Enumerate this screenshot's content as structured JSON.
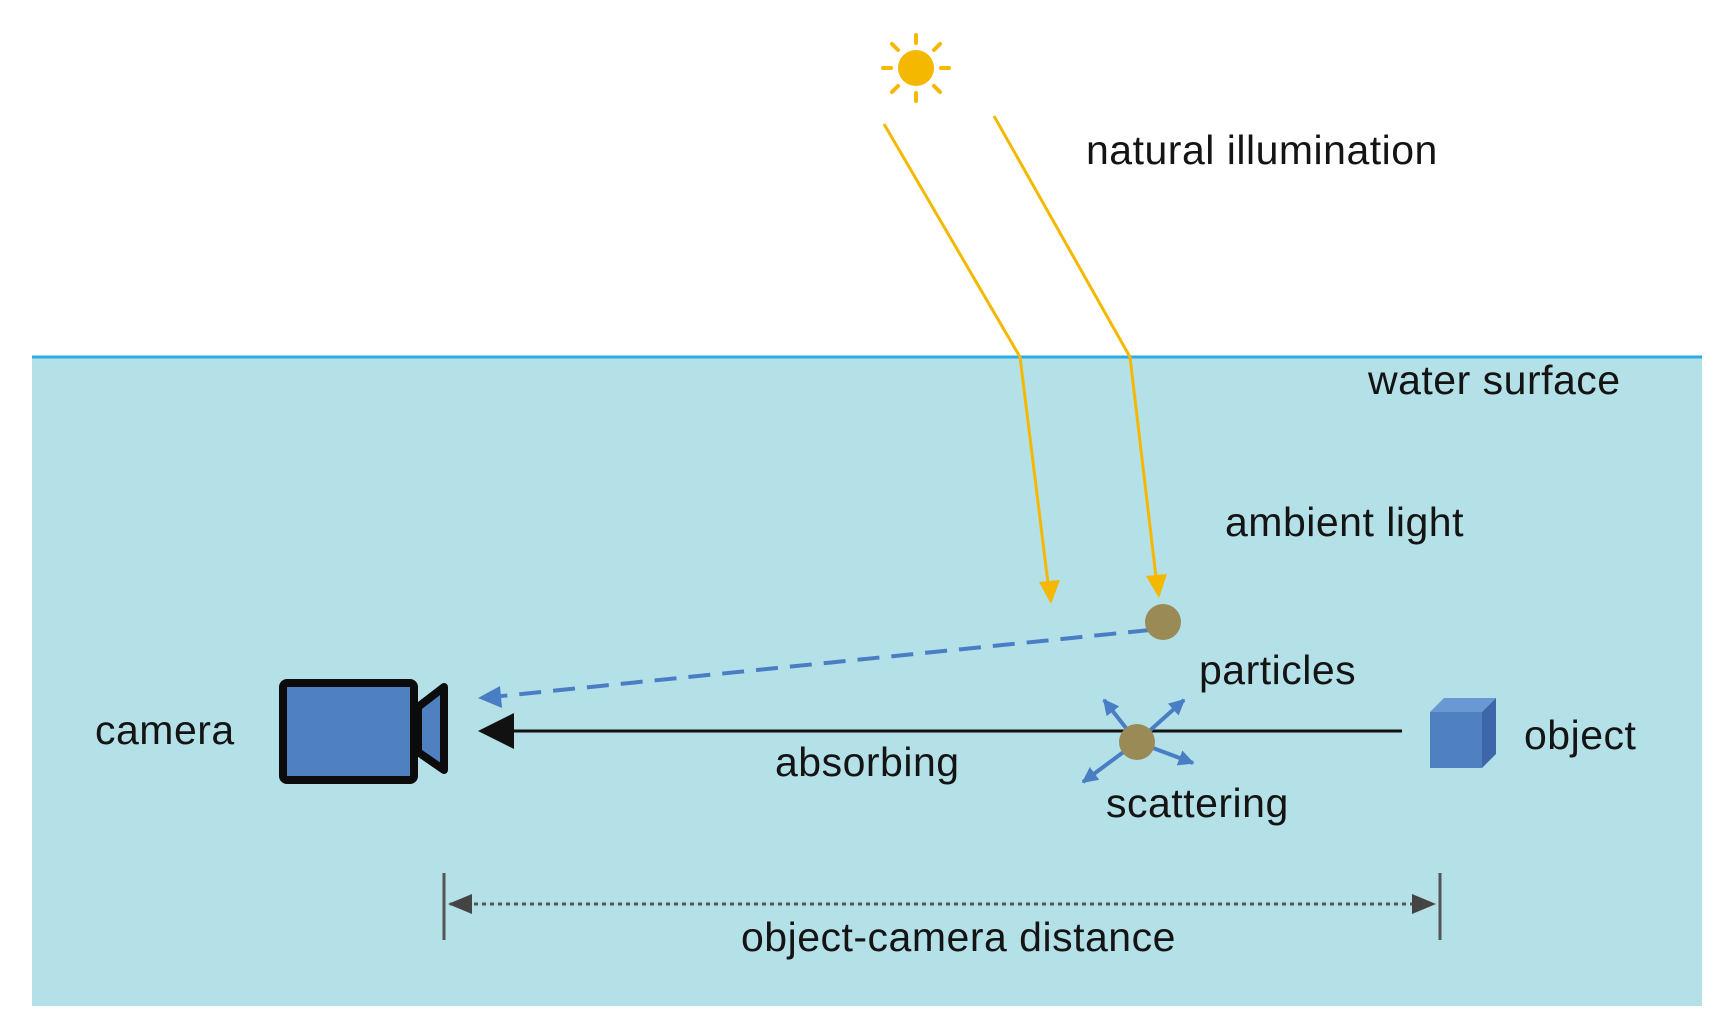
{
  "labels": {
    "natural_illumination": "natural illumination",
    "water_surface": "water surface",
    "ambient_light": "ambient light",
    "particles": "particles",
    "camera": "camera",
    "absorbing": "absorbing",
    "scattering": "scattering",
    "object": "object",
    "distance": "object-camera distance"
  },
  "icons": {
    "sun": "sun-icon",
    "camera": "video-camera-icon",
    "object": "cube-icon",
    "particle": "particle-dot"
  },
  "colors": {
    "water": "#b4e0e8",
    "water_surface_line": "#29aee3",
    "sun_rays": "#f5b800",
    "light_path": "#111111",
    "scatter_arrows": "#4a7ec4",
    "camera_fill": "#4f80c0",
    "object_fill": "#4f80c0",
    "particle": "#9a8a55",
    "distance_marker": "#555555"
  }
}
